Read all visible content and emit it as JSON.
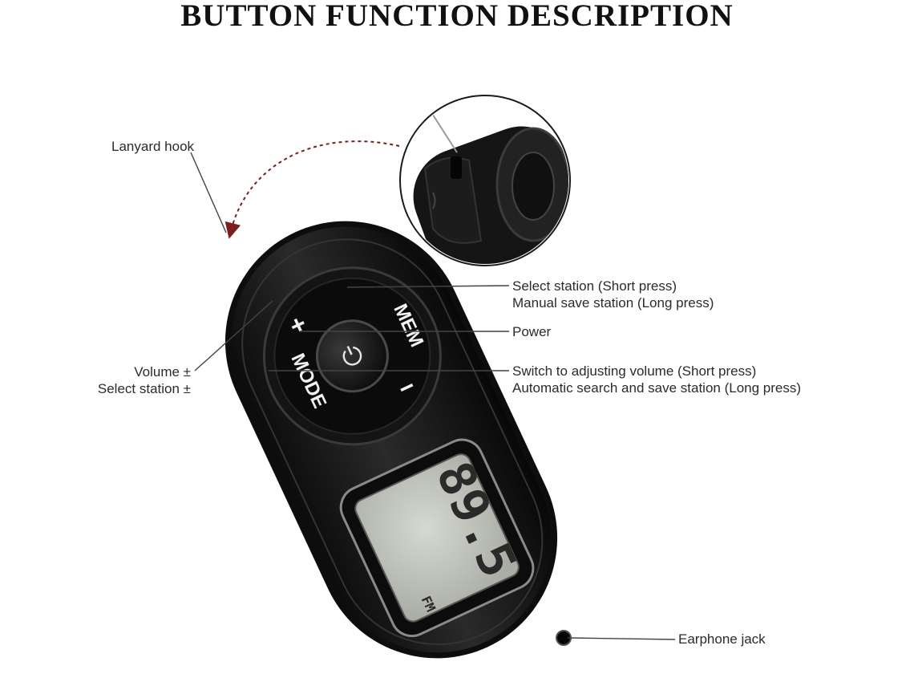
{
  "title": "BUTTON FUNCTION DESCRIPTION",
  "device": {
    "buttons": {
      "plus": "+",
      "minus": "−",
      "mem": "MEM",
      "mode": "MODE",
      "power": "⏻"
    },
    "display": {
      "frequency": "89.5",
      "band": "FM"
    }
  },
  "callouts": {
    "lanyard": "Lanyard hook",
    "mem": {
      "line1": "Select station (Short press)",
      "line2": "Manual save station (Long press)"
    },
    "power": "Power",
    "mode": {
      "line1": "Switch to adjusting volume (Short press)",
      "line2": "Automatic search and save station (Long press)"
    },
    "volume": {
      "line1": "Volume ±",
      "line2": "Select station ±"
    },
    "earphone": "Earphone jack"
  },
  "colors": {
    "body": "#161616",
    "lcd": "#c9cdc4",
    "leader": "#444444",
    "arrow": "#7a1f1f"
  }
}
